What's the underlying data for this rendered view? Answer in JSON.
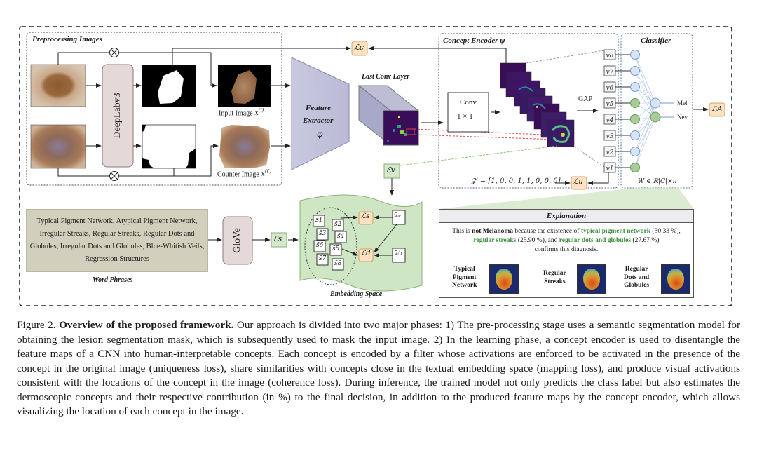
{
  "figure": {
    "preprocessing": {
      "title": "Preprocessing Images",
      "segmentation_model": "DeepLabv3",
      "input_image_label": "Input Image",
      "input_image_symbol": "x(i)",
      "counter_image_label": "Counter Image",
      "counter_image_symbol": "x(i')",
      "multiply_symbol": "⊗"
    },
    "feature_extractor": {
      "line1": "Feature",
      "line2": "Extractor",
      "symbol": "φ"
    },
    "last_conv_layer": {
      "title": "Last Conv Layer"
    },
    "losses": {
      "coherence": "ℒc",
      "uniqueness": "ℒu",
      "mapping_s": "ℒs",
      "mapping_d": "ℒd",
      "classification": "ℒA"
    },
    "concept_encoder": {
      "title": "Concept Encoder ψ",
      "conv_line1": "Conv",
      "conv_line2": "1 × 1",
      "gap_label": "GAP",
      "vectors": [
        "v8",
        "v7",
        "v6",
        "v5",
        "v4",
        "v3",
        "v2",
        "v1"
      ],
      "z_vector": "𝒵ⁱ = [1, 0, 0, 1, 1, 0, 0, 0]"
    },
    "classifier": {
      "title": "Classifier",
      "outputs": [
        "Mel",
        "Nev"
      ],
      "weight_label": "W ∈ ℝ|C|×n",
      "active_inputs": [
        false,
        false,
        false,
        true,
        true,
        false,
        false,
        true
      ]
    },
    "visual_encoder": {
      "label": "ℰv"
    },
    "text_encoder": {
      "model": "GloVe",
      "label": "ℰs"
    },
    "word_phrases": {
      "text": "Typical Pigment Network, Atypical Pigment Network, Irregular Streaks, Regular Streaks, Regular Dots and Globules, Irregular Dots and Globules, Blue-Whitish Veils, Regression Structures",
      "title": "Word Phrases"
    },
    "embedding_space": {
      "title": "Embedding Space",
      "concept_embeddings": [
        "s̄1",
        "s̄2",
        "s̄3",
        "s̄4",
        "s̄6",
        "s̄5",
        "s̄7",
        "s̄8"
      ],
      "visual_embedding": "v̄ᵢₖ",
      "counter_visual_embedding": "v̄ᵢ'ₖ"
    },
    "explanation": {
      "title": "Explanation",
      "sentence_prefix": "This is ",
      "diagnosis_bold": "not Melanoma",
      "sentence_mid": " because the existence of ",
      "concepts": [
        {
          "name": "typical pigment network",
          "percent": "(30.33 %)"
        },
        {
          "name": "regular streaks",
          "percent": "(25.90 %)"
        },
        {
          "name": "regular dots and globules",
          "percent": "(27.67 %)"
        }
      ],
      "and_word": ", and ",
      "suffix": "confirms this diagnosis.",
      "maps": [
        {
          "label_lines": [
            "Typical",
            "Pigment",
            "Network"
          ]
        },
        {
          "label_lines": [
            "Regular",
            "Streaks"
          ]
        },
        {
          "label_lines": [
            "Regular",
            "Dots and",
            "Globules"
          ]
        }
      ]
    }
  },
  "caption": {
    "figure_number": "Figure 2.",
    "bold_title": "Overview of the proposed framework.",
    "body": "Our approach is divided into two major phases: 1) The pre-processing stage uses a semantic segmentation model for obtaining the lesion segmentation mask, which is subsequently used to mask the input image. 2) In the learning phase, a concept encoder is used to disentangle the feature maps of a CNN into human-interpretable concepts. Each concept is encoded by a filter whose activations are enforced to be activated in the presence of the concept in the original image (uniqueness loss), share similarities with concepts close in the textual embedding space (mapping loss), and produce visual activations consistent with the locations of the concept in the image (coherence loss). During inference, the trained model not only predicts the class label but also estimates the dermoscopic concepts and their respective contribution (in %) to the final decision, in addition to the produced feature maps by the concept encoder, which allows visualizing the location of each concept in the image."
  }
}
